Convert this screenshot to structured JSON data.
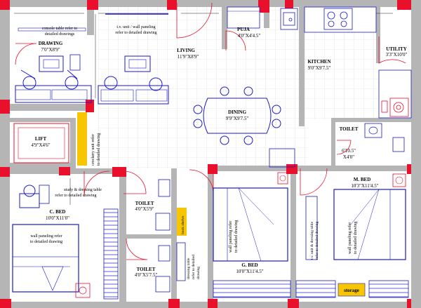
{
  "rooms": {
    "drawing": {
      "name": "DRAWING",
      "dim": "7'0\"X8'9\""
    },
    "living": {
      "name": "LIVING",
      "dim": "11'9\"X8'9\""
    },
    "puja": {
      "name": "PUJA",
      "dim": "4'0\"X4'4.5\""
    },
    "kitchen": {
      "name": "KITCHEN",
      "dim": "9'0\"X9'7.5\""
    },
    "utility": {
      "name": "UTILITY",
      "dim": "3'3\"X10'0\""
    },
    "dining": {
      "name": "DINING",
      "dim": "9'9\"X9'7.5\""
    },
    "lift": {
      "name": "LIFT",
      "dim": "4'9\"X4'6\""
    },
    "toilet_right": {
      "name": "TOILET",
      "dim1": "6'10.5\"",
      "dim2": "X4'0\""
    },
    "cbed": {
      "name": "C. BED",
      "dim": "10'0\"X11'0\""
    },
    "toilet1": {
      "name": "TOILET",
      "dim": "4'0\"X5'9\""
    },
    "toilet2": {
      "name": "TOILET",
      "dim": "4'0\"X5'7.5\""
    },
    "gbed": {
      "name": "G. BED",
      "dim": "10'0\"X11'4.5\""
    },
    "mbed": {
      "name": "M. BED",
      "dim": "10'3\"X11'4.5\""
    }
  },
  "notes": {
    "console": [
      "console table refer to",
      "detailed drawings"
    ],
    "tv_unit": [
      "t.v. unit / wall paneling",
      "refer to detailed drawing"
    ],
    "crockery": [
      "crockery unit refer",
      "to detailed drawing"
    ],
    "study": [
      "study & dressing table",
      "refer to detailed drawing"
    ],
    "wall_cbed": [
      "wall paneling refer",
      "to detailed drawing"
    ],
    "book_shelve": "book shelve",
    "dressing_table": [
      "dressing table",
      "refer to detailed",
      "drawing"
    ],
    "wall_gbed": [
      "wall paneling refer",
      "to detailed drawing"
    ],
    "tv_mbed": [
      "t.v. unit & dressing table",
      "refer to detailed drawing"
    ],
    "wall_mbed": [
      "wall paneling refer",
      "to detailed drawing"
    ],
    "storage": "storage"
  },
  "colors": {
    "wall": "#b5b5b5",
    "column": "#e8102a",
    "furniture": "#1a1acc",
    "door": "#e8102a",
    "dimline": "#222222",
    "tile": "#c8c8c8",
    "yellow": "#f7c600"
  }
}
